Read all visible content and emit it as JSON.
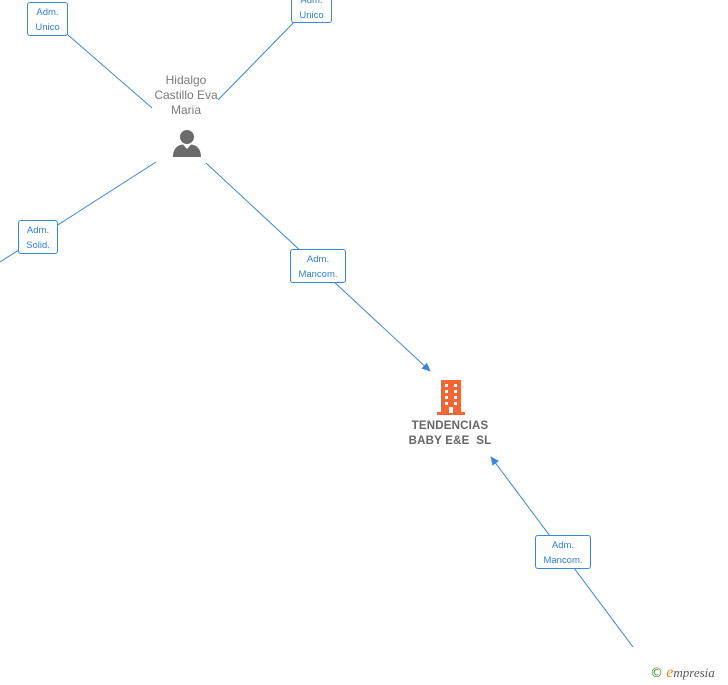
{
  "person": {
    "name_lines": [
      "Hidalgo",
      "Castillo Eva",
      "Maria"
    ],
    "icon": "person-icon",
    "icon_color": "#6b6b6b"
  },
  "company": {
    "name_lines": [
      "TENDENCIAS",
      "BABY E&E  SL"
    ],
    "icon": "building-icon",
    "icon_color": "#f26535"
  },
  "roles": {
    "top_left": [
      "Adm.",
      "Unico"
    ],
    "top_right": [
      "Adm.",
      "Unico"
    ],
    "left": [
      "Adm.",
      "Solid."
    ],
    "middle": [
      "Adm.",
      "Mancom."
    ],
    "bottom": [
      "Adm.",
      "Mancom."
    ]
  },
  "colors": {
    "edge": "#3b87d6",
    "role_text": "#2f7fd1"
  },
  "footer": {
    "copyright_symbol": "©",
    "brand_initial": "e",
    "brand_rest": "mpresia"
  }
}
